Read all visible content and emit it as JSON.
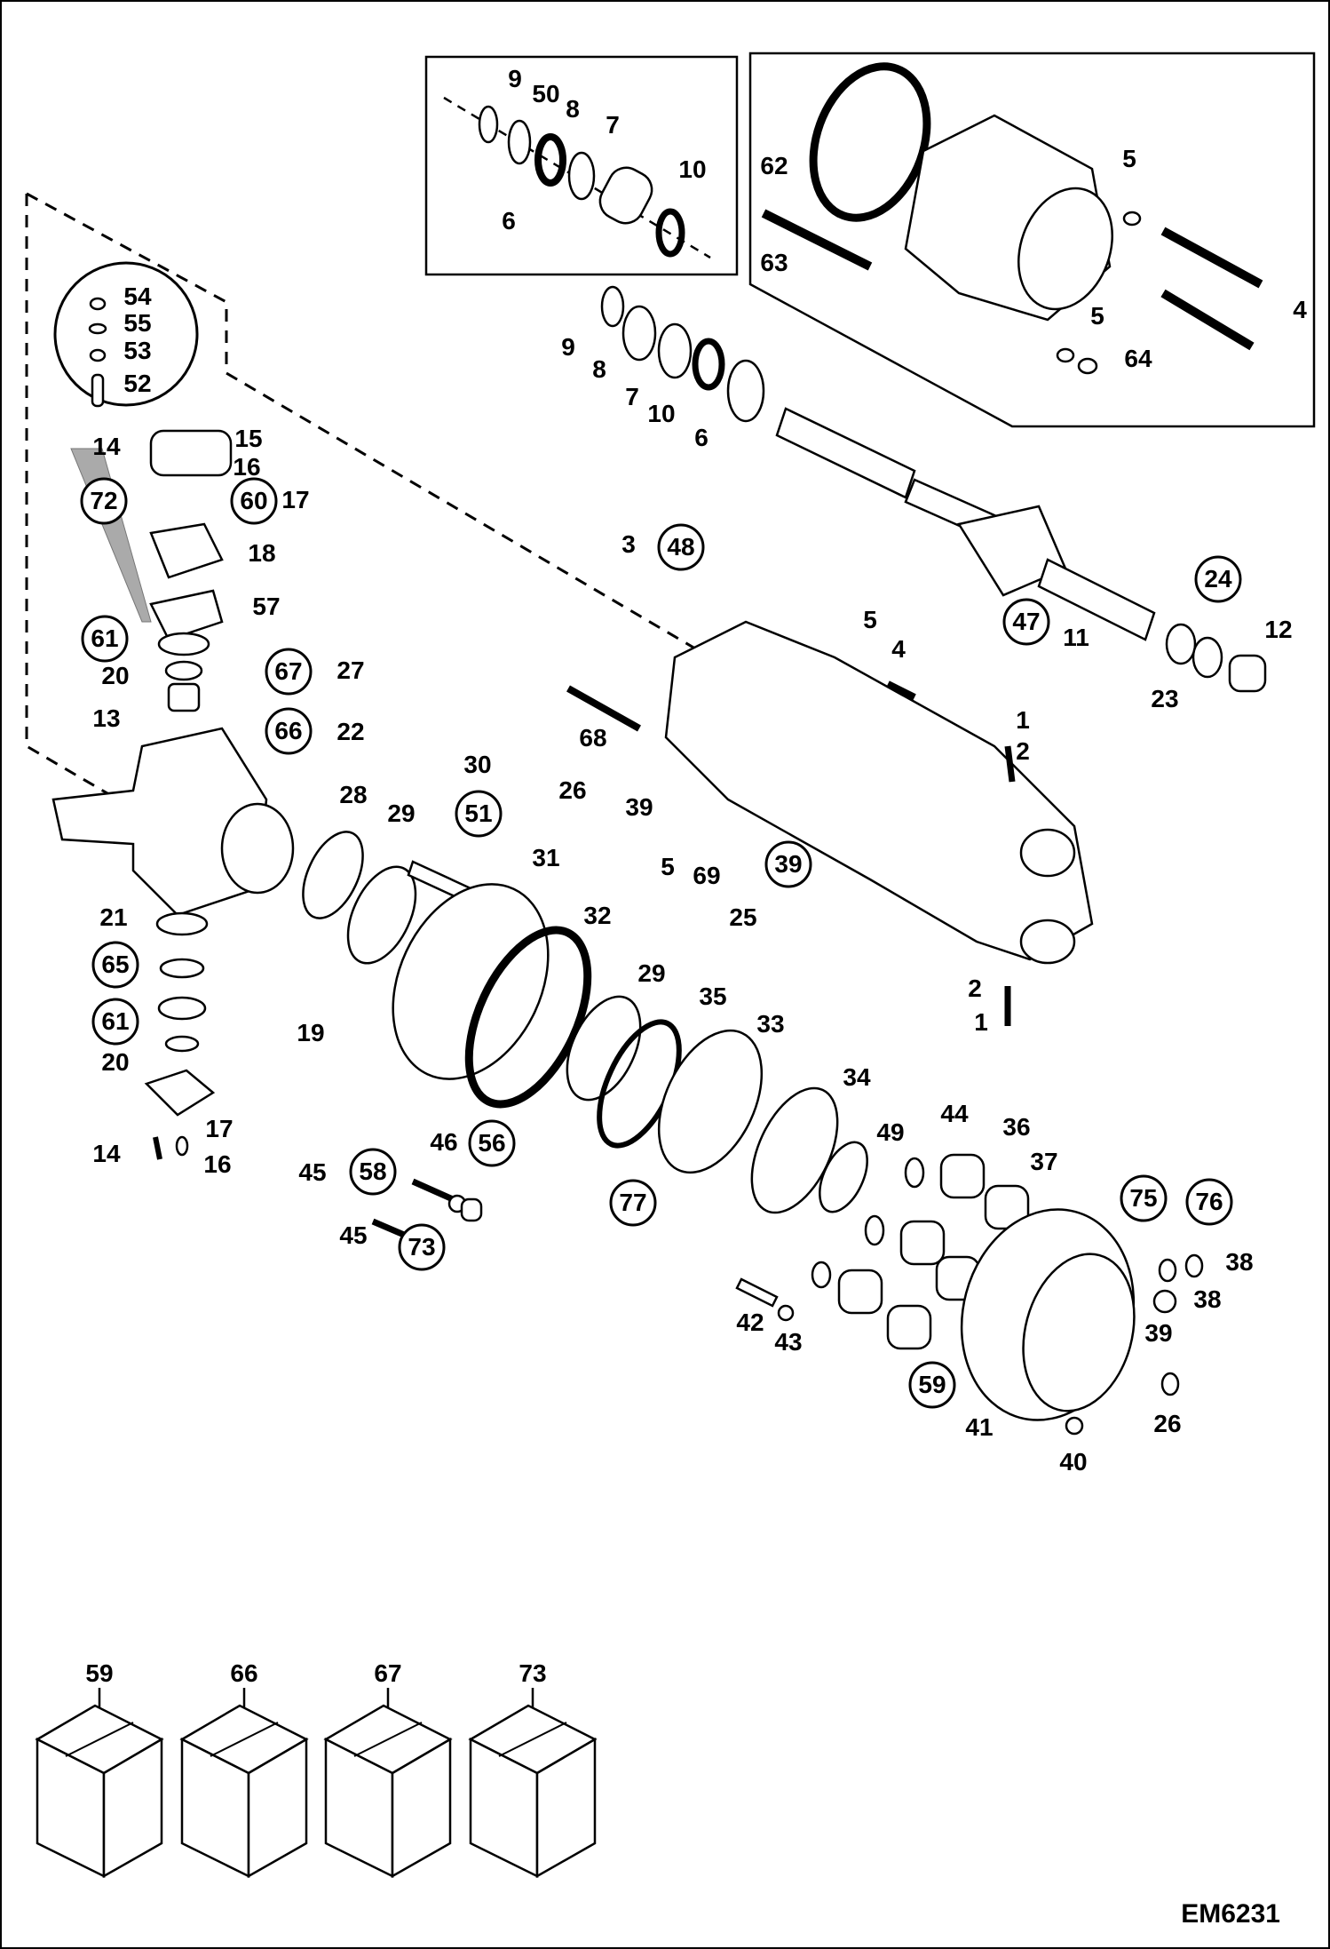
{
  "drawing_code": "EM6231",
  "callouts": [
    "1",
    "2",
    "3",
    "4",
    "5",
    "6",
    "7",
    "8",
    "9",
    "10",
    "11",
    "12",
    "13",
    "14",
    "15",
    "16",
    "17",
    "18",
    "19",
    "20",
    "21",
    "22",
    "23",
    "24",
    "25",
    "26",
    "27",
    "28",
    "29",
    "30",
    "31",
    "32",
    "33",
    "34",
    "35",
    "36",
    "37",
    "38",
    "39",
    "40",
    "41",
    "42",
    "43",
    "44",
    "45",
    "46",
    "47",
    "48",
    "49",
    "50",
    "51",
    "52",
    "53",
    "54",
    "55",
    "56",
    "57",
    "58",
    "59",
    "60",
    "61",
    "62",
    "63",
    "64",
    "65",
    "66",
    "67",
    "68",
    "69",
    "72",
    "73",
    "75",
    "76",
    "77"
  ],
  "kits": [
    {
      "label": "59"
    },
    {
      "label": "66"
    },
    {
      "label": "67"
    },
    {
      "label": "73"
    }
  ]
}
